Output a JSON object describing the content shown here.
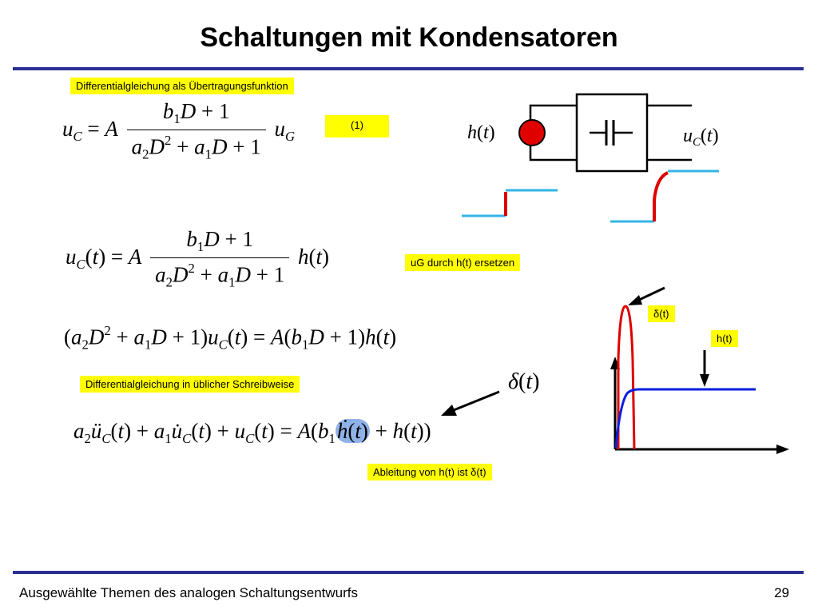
{
  "slide": {
    "title": "Schaltungen mit Kondensatoren",
    "footer": "Ausgewählte Themen des analogen Schaltungsentwurfs",
    "page_number": "29"
  },
  "notes": {
    "n1": "Differentialgleichung als Übertragungsfunktion",
    "eq_number": "(1)",
    "n2": "uG durch h(t) ersetzen",
    "n3": "Differentialgleichung in üblicher Schreibweise",
    "n4": "Ableitung von h(t) ist δ(t)",
    "delta_label": "δ(t)",
    "step_label": "h(t)"
  },
  "colors": {
    "rule": "#2b2f93",
    "note_bg": "#ffff00",
    "red": "#dd0000",
    "cyan": "#33b5e5",
    "blue": "#0a1ee0",
    "highlight": "#8fb2e8"
  }
}
